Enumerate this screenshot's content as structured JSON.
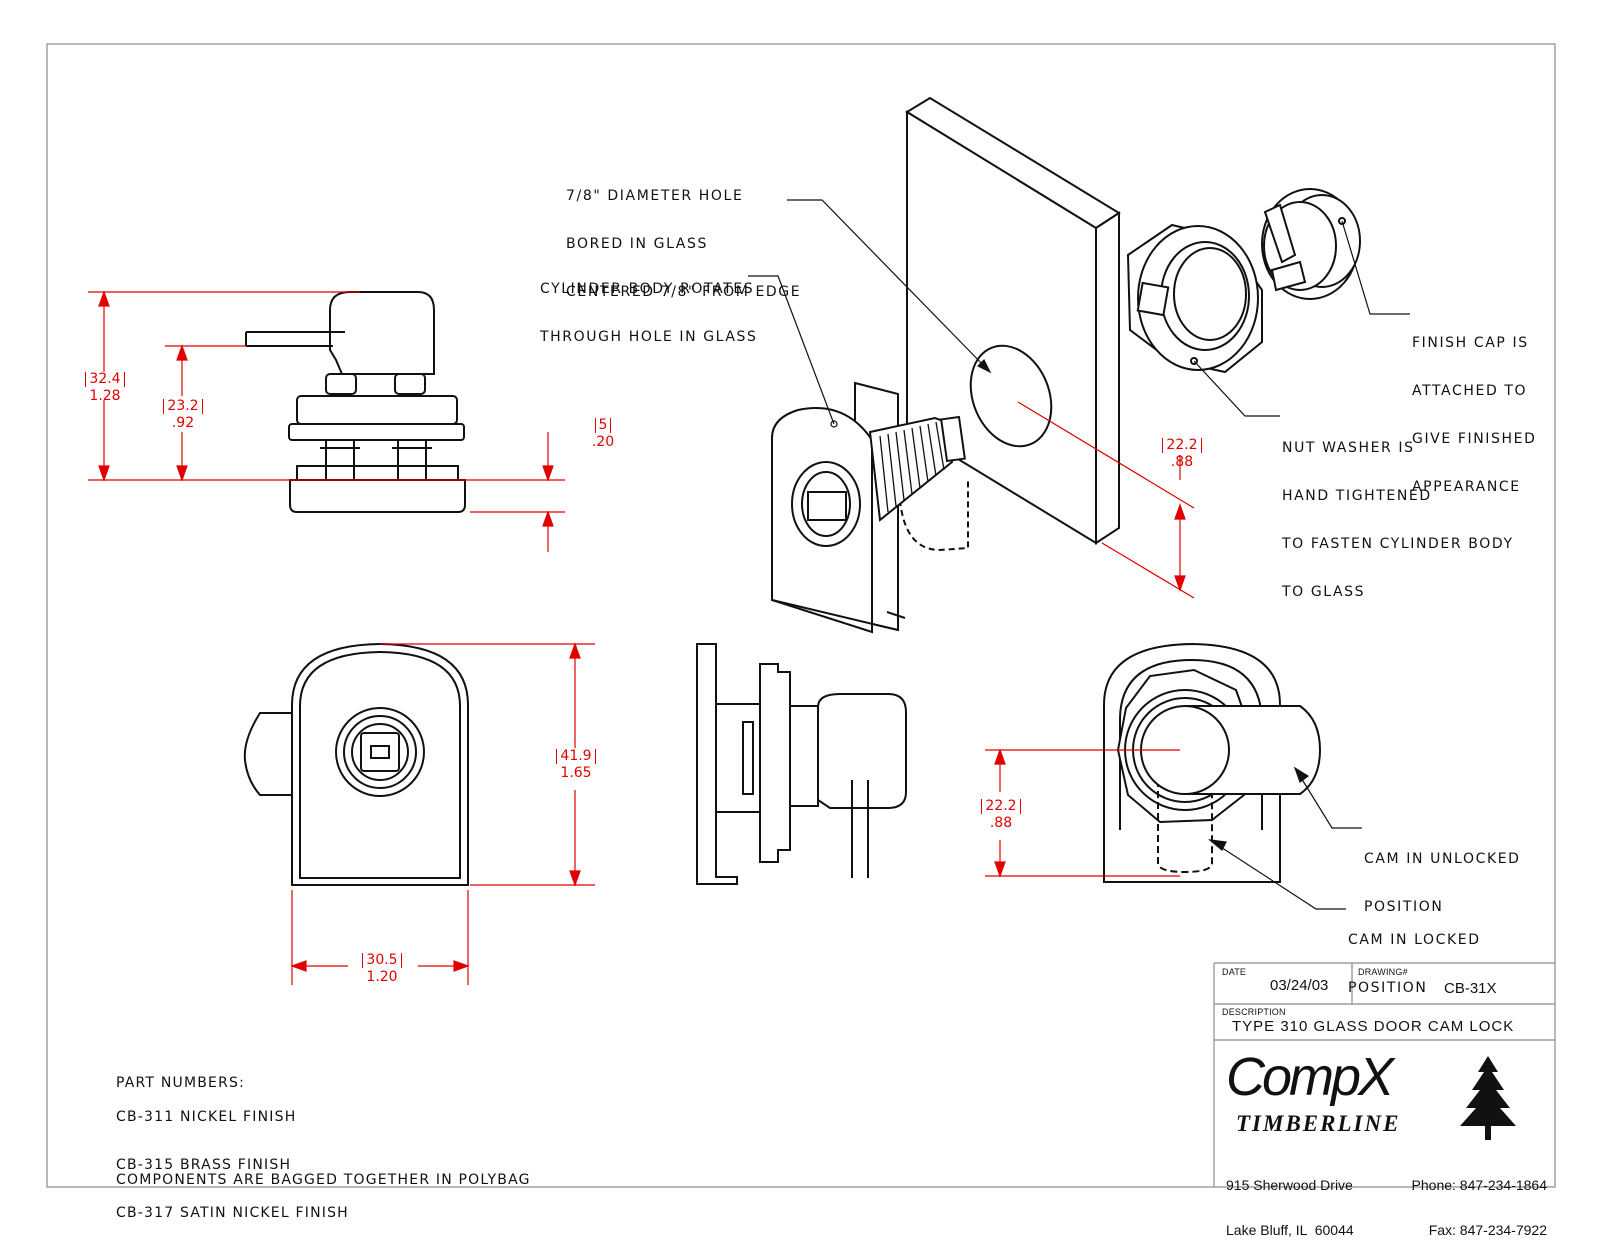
{
  "notes": {
    "hole": [
      "7/8\" DIAMETER HOLE",
      "BORED IN GLASS",
      "CENTERED 7/8\" FROM EDGE"
    ],
    "cylinder": [
      "CYLINDER BODY ROTATES",
      "THROUGH HOLE IN GLASS"
    ],
    "finish_cap": [
      "FINISH CAP IS",
      "ATTACHED TO",
      "GIVE FINISHED",
      "APPEARANCE"
    ],
    "nut_washer": [
      "NUT WASHER IS",
      "HAND TIGHTENED",
      "TO FASTEN CYLINDER BODY",
      "TO GLASS"
    ],
    "cam_unlocked": [
      "CAM IN UNLOCKED",
      "POSITION"
    ],
    "cam_locked": [
      "CAM IN LOCKED",
      "POSITION"
    ]
  },
  "dimensions": {
    "overall_height": {
      "mm": "32.4",
      "inch": "1.28"
    },
    "cam_height": {
      "mm": "23.2",
      "inch": ".92"
    },
    "cap_thickness": {
      "mm": "5",
      "inch": ".20"
    },
    "hole_edge_iso": {
      "mm": "22.2",
      "inch": ".88"
    },
    "body_height": {
      "mm": "41.9",
      "inch": "1.65"
    },
    "body_width": {
      "mm": "30.5",
      "inch": "1.20"
    },
    "cam_offset": {
      "mm": "22.2",
      "inch": ".88"
    }
  },
  "parts": {
    "heading": "PART NUMBERS:",
    "items": [
      "CB-311 NICKEL FINISH",
      "CB-315 BRASS FINISH",
      "CB-317 SATIN NICKEL FINISH"
    ],
    "footer": "COMPONENTS ARE BAGGED TOGETHER IN POLYBAG"
  },
  "title_block": {
    "date_label": "DATE",
    "date": "03/24/03",
    "drawing_label": "DRAWING#",
    "drawing": "CB-31X",
    "description_label": "DESCRIPTION",
    "description": "TYPE 310 GLASS DOOR CAM LOCK",
    "logo_main": "CompX",
    "logo_sub": "TIMBERLINE",
    "address_line1": "915 Sherwood Drive",
    "address_line2": "Lake Bluff, IL  60044",
    "phone": "Phone: 847-234-1864",
    "fax": "Fax: 847-234-7922"
  },
  "colors": {
    "dimension": "#e00000",
    "line": "#111111",
    "border": "#888888"
  }
}
